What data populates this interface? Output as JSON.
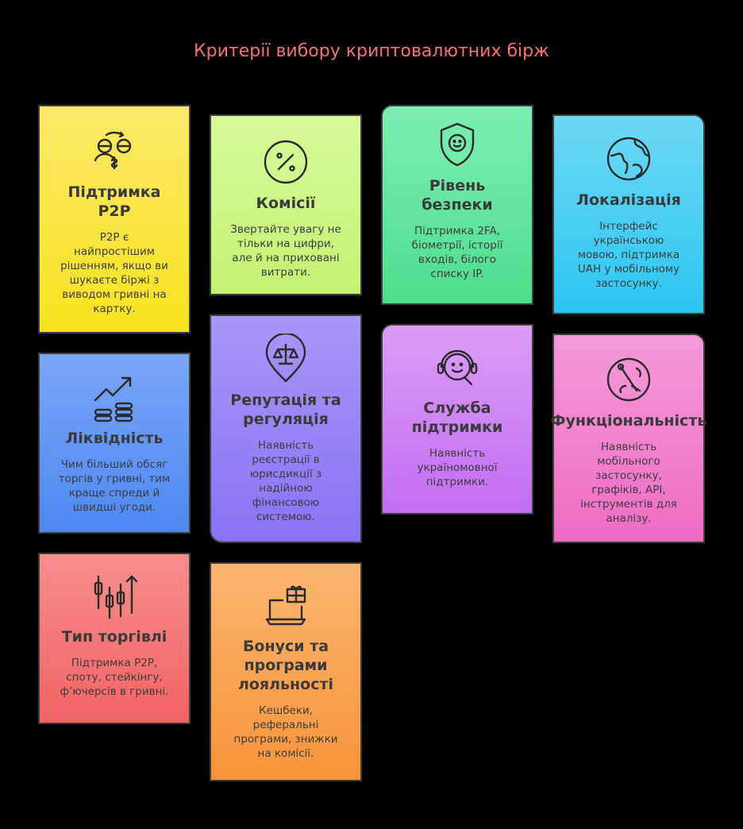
{
  "title": "Критерії вибору криптовалютних бірж",
  "cards": [
    {
      "heading": "Підтримка\nP2P",
      "desc": "P2P є\nнайпростішим\nрішенням, якщо ви\nшукаєте біржі з\nвиводом гривні на\nкартку.",
      "icon": "p2p-exchange-icon",
      "color": "#f9e64a"
    },
    {
      "heading": "Комісії",
      "desc": "Звертайте увагу не\nтільки на цифри,\nале й на приховані\nвитрати.",
      "icon": "percent-icon",
      "color": "#cdf78a"
    },
    {
      "heading": "Рівень\nбезпеки",
      "desc": "Підтримка 2FA,\nбіометрії, історії\nвходів, білого\nсписку IP.",
      "icon": "shield-face-icon",
      "color": "#6fe6a8"
    },
    {
      "heading": "Локалізація",
      "desc": "Інтерфейс\nукраїнською\nмовою, підтримка\nUAH у мобільному\nзастосунку.",
      "icon": "globe-icon",
      "color": "#52cff2"
    },
    {
      "heading": "Ліквідність",
      "desc": "Чим більший обсяг\nторгів у гривні, тим\nкраще спреди й\nшвидші угоди.",
      "icon": "coins-growth-icon",
      "color": "#6c9bf7"
    },
    {
      "heading": "Репутація та\nрегуляція",
      "desc": "Наявність\nреєстрації в\nюрисдикції з\nнадійною\nфінансовою\nсистемою.",
      "icon": "scales-pin-icon",
      "color": "#9a86f7"
    },
    {
      "heading": "Служба\nпідтримки",
      "desc": "Наявність\nукраїномовної\nпідтримки.",
      "icon": "support-headset-icon",
      "color": "#d58af4"
    },
    {
      "heading": "Функціональність",
      "desc": "Наявність\nмобільного\nзастосунку,\nграфіків, API,\nінструментів для\nаналізу.",
      "icon": "tools-globe-icon",
      "color": "#f282cf"
    },
    {
      "heading": "Тип торгівлі",
      "desc": "Підтримка P2P,\nспоту, стейкінгу,\nф’ючерсів в гривні.",
      "icon": "candlestick-icon",
      "color": "#f47c7a"
    },
    {
      "heading": "Бонуси та\nпрограми\nлояльності",
      "desc": "Кешбеки,\nреферальні\nпрограми, знижки\nна комісії.",
      "icon": "laptop-gift-icon",
      "color": "#f9a35a"
    }
  ]
}
